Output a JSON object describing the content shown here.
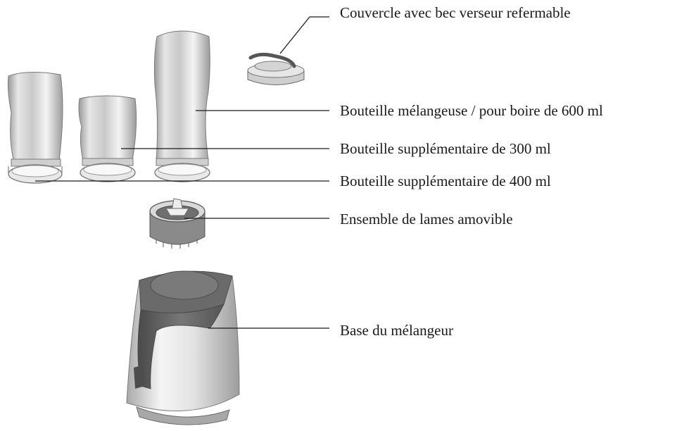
{
  "labels": {
    "lid": "Couvercle avec bec verseur refermable",
    "bottle_600": "Bouteille mélangeuse / pour boire de 600 ml",
    "bottle_300": "Bouteille supplémentaire de 300 ml",
    "bottle_400": "Bouteille supplémentaire de 400 ml",
    "blade": "Ensemble de lames amovible",
    "base": "Base du mélangeur"
  },
  "colors": {
    "steel_light": "#eeeeee",
    "steel_mid": "#bdbdbd",
    "steel_dark": "#8f8f8f",
    "grip_dark": "#5a5a5a",
    "line": "#1a1a1a"
  }
}
